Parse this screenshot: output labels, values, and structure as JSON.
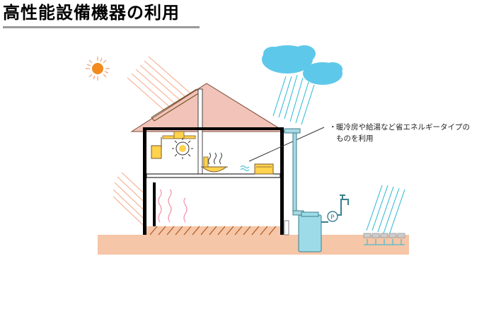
{
  "title": "高性能設備機器の利用",
  "annotation": {
    "bullet": "・",
    "line1": "暖冷房や給湯など省エネルギータイプの",
    "line2": "ものを利用"
  },
  "colors": {
    "roof": "#f2c3b8",
    "ground": "#f5c6a8",
    "wall": "#000000",
    "appliance": "#ffd34d",
    "pipe": "#a9d9e3",
    "rain": "#2ab7d4",
    "cloud": "#5ec8ea",
    "sun": "#f28a1e",
    "sun_rays": "#f2b08c",
    "heat_waves": "#f39ab0",
    "tank": "#9edbe8",
    "floor_hatch": "#b25a1e"
  },
  "icons": [
    "sun-icon",
    "rain-cloud-icon",
    "light-bulb-icon",
    "food-bowl-icon",
    "water-heater-icon",
    "pump-icon",
    "faucet-icon"
  ]
}
